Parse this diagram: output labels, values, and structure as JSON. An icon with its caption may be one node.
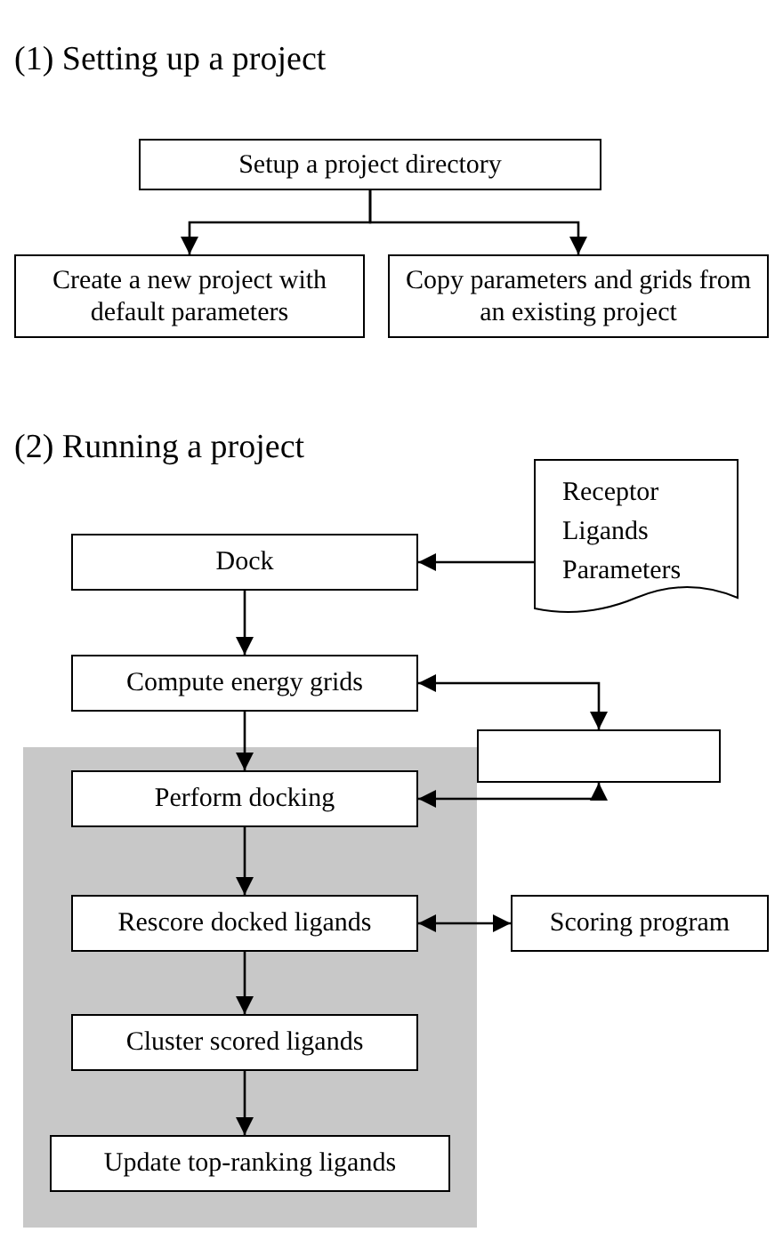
{
  "diagram": {
    "nodes": [
      {
        "text": [
          "Setup a project directory"
        ]
      },
      {
        "text": [
          "Create a new project with default parameters"
        ]
      },
      {
        "text": [
          "Copy parameters and grids from an existing project"
        ]
      },
      {
        "text": [
          "Dock"
        ]
      },
      {
        "text": [
          "Receptor Ligands Parameters"
        ]
      },
      {
        "text": [
          "Compute energy grids"
        ]
      },
      {
        "text": [],
        "shape": "box"
      },
      {
        "text": [],
        "shape": "box"
      },
      {
        "text": [
          "Perform docking"
        ],
        "in": 7
      },
      {
        "text": [
          "Rescore docked ligands"
        ],
        "in": 7
      },
      {
        "text": [
          "Scoring program"
        ]
      },
      {
        "text": [
          "Cluster scored ligands"
        ],
        "in": 7
      },
      {
        "text": [
          "Update top-ranking ligands"
        ],
        "in": 7
      }
    ],
    "edges": [
      {
        "from": 0,
        "to": 1,
        "arrow": "to"
      },
      {
        "from": 0,
        "to": 2,
        "arrow": "to"
      },
      {
        "from": 4,
        "to": 3,
        "arrow": "to"
      },
      {
        "from": 3,
        "to": 5,
        "arrow": "to"
      },
      {
        "from": 5,
        "to": 6,
        "arrow": "both"
      },
      {
        "from": 5,
        "to": 8,
        "arrow": "to"
      },
      {
        "from": 8,
        "to": 6,
        "arrow": "both"
      },
      {
        "from": 8,
        "to": 9,
        "arrow": "to"
      },
      {
        "from": 9,
        "to": 10,
        "arrow": "both"
      },
      {
        "from": 9,
        "to": 11,
        "arrow": "to"
      },
      {
        "from": 11,
        "to": 12,
        "arrow": "to"
      }
    ],
    "labels": [
      "(1) Setting up a project",
      "(2) Running a project"
    ]
  }
}
